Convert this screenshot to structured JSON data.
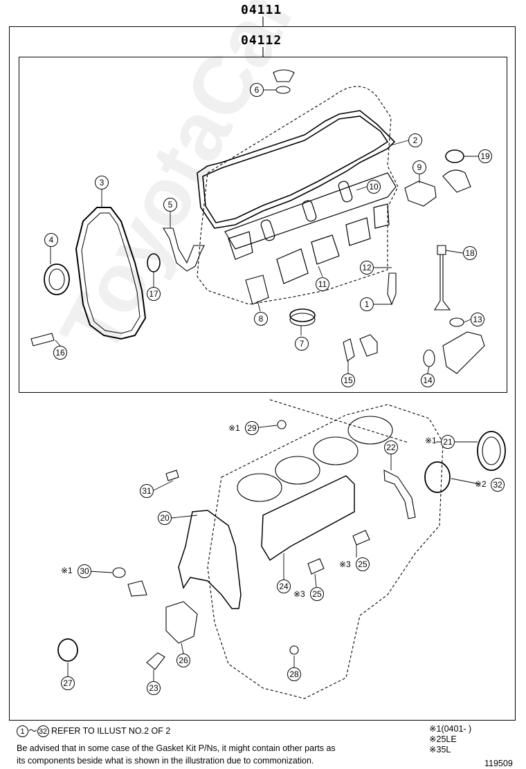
{
  "diagram": {
    "outer_kit": "04111",
    "inner_kit": "04112",
    "figure_number": "119509",
    "watermark": "ToyotaCarMini.ru",
    "colors": {
      "line": "#000000",
      "background": "#ffffff"
    }
  },
  "callouts": [
    {
      "id": "c1",
      "label": "1"
    },
    {
      "id": "c2",
      "label": "2"
    },
    {
      "id": "c3",
      "label": "3"
    },
    {
      "id": "c4",
      "label": "4"
    },
    {
      "id": "c5",
      "label": "5"
    },
    {
      "id": "c6",
      "label": "6"
    },
    {
      "id": "c7",
      "label": "7"
    },
    {
      "id": "c8",
      "label": "8"
    },
    {
      "id": "c9",
      "label": "9"
    },
    {
      "id": "c10",
      "label": "10"
    },
    {
      "id": "c11",
      "label": "11"
    },
    {
      "id": "c12",
      "label": "12"
    },
    {
      "id": "c13",
      "label": "13"
    },
    {
      "id": "c14",
      "label": "14"
    },
    {
      "id": "c15",
      "label": "15"
    },
    {
      "id": "c16",
      "label": "16"
    },
    {
      "id": "c17",
      "label": "17"
    },
    {
      "id": "c18",
      "label": "18"
    },
    {
      "id": "c19",
      "label": "19"
    },
    {
      "id": "c20",
      "label": "20"
    },
    {
      "id": "c21",
      "label": "21",
      "mark": "※1"
    },
    {
      "id": "c22",
      "label": "22"
    },
    {
      "id": "c23",
      "label": "23"
    },
    {
      "id": "c24",
      "label": "24"
    },
    {
      "id": "c25a",
      "label": "25",
      "mark": "※3"
    },
    {
      "id": "c25b",
      "label": "25",
      "mark": "※3"
    },
    {
      "id": "c26",
      "label": "26"
    },
    {
      "id": "c27",
      "label": "27"
    },
    {
      "id": "c28",
      "label": "28"
    },
    {
      "id": "c29",
      "label": "29",
      "mark": "※1"
    },
    {
      "id": "c30",
      "label": "30",
      "mark": "※1"
    },
    {
      "id": "c31",
      "label": "31"
    },
    {
      "id": "c32",
      "label": "32",
      "mark": "※2"
    }
  ],
  "footer": {
    "range_start": "1",
    "range_sep": "～",
    "range_end": "32",
    "range_text": "REFER TO ILLUST NO.2 OF 2",
    "advisory_line1": "Be advised that in some case of the Gasket Kit P/Ns,  it might contain other parts as",
    "advisory_line2": "its components beside what is shown in the illustration due to commonization.",
    "legend": [
      {
        "mark": "※1",
        "text": "(0401-      )"
      },
      {
        "mark": "※2",
        "text": "5LE"
      },
      {
        "mark": "※3",
        "text": "5L"
      }
    ]
  }
}
